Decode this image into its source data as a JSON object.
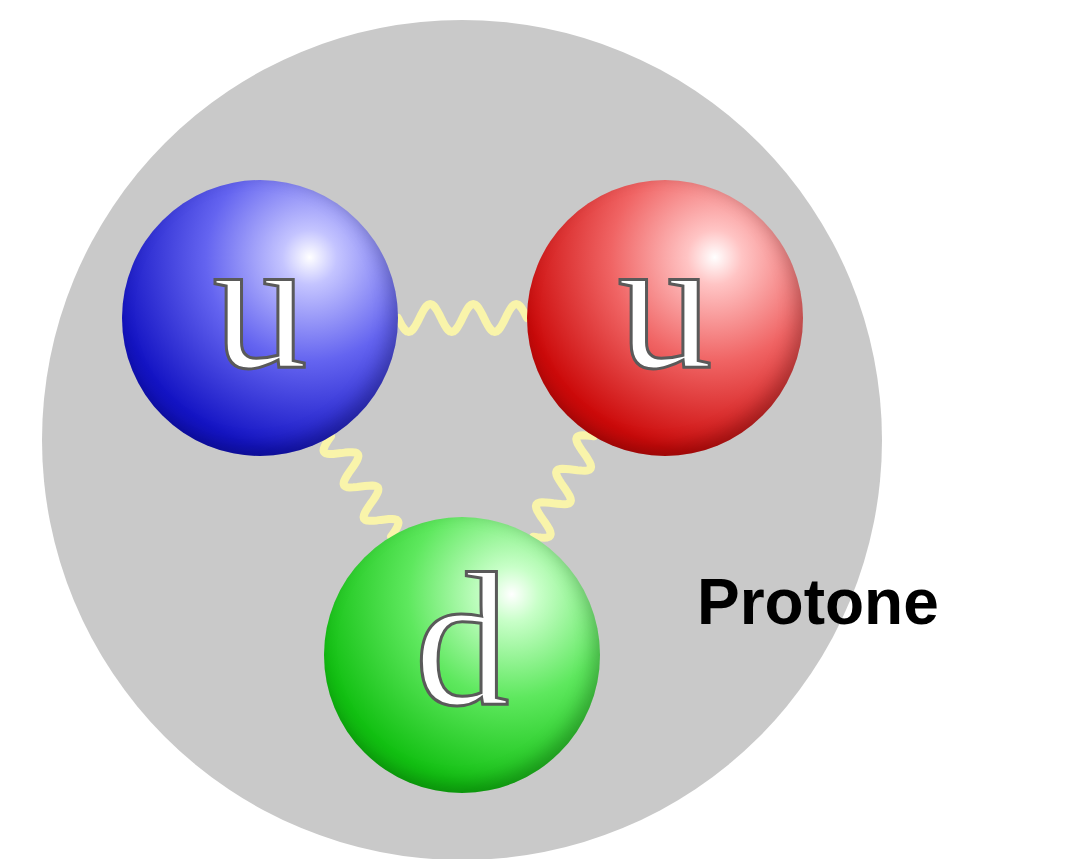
{
  "diagram": {
    "nodes": [
      {
        "text": [
          "Protone"
        ]
      },
      {
        "text": [
          "u"
        ],
        "in": 0
      },
      {
        "text": [
          "u"
        ],
        "in": 0
      },
      {
        "text": [
          "d"
        ],
        "in": 0
      }
    ],
    "edges": [
      {
        "from": 1,
        "to": 2,
        "arrow": "none"
      },
      {
        "from": 1,
        "to": 3,
        "arrow": "none"
      },
      {
        "from": 2,
        "to": 3,
        "arrow": "none"
      }
    ]
  }
}
